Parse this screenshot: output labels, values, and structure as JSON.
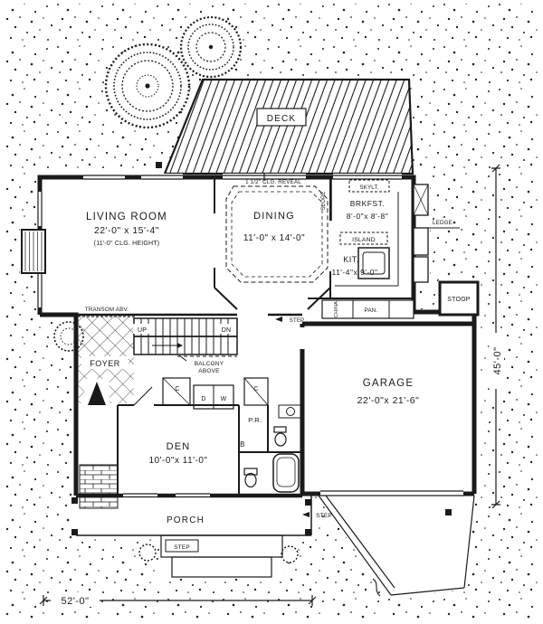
{
  "plan": {
    "rooms": {
      "deck": {
        "label": "DECK"
      },
      "living": {
        "label": "LIVING ROOM",
        "dims": "22'-0\" x 15'-4\"",
        "note": "(11'-0\" CLG. HEIGHT)"
      },
      "dining": {
        "label": "DINING",
        "dims": "11'-0\" x 14'-0\""
      },
      "brkfst": {
        "label": "BRKFST.",
        "dims": "8'-0\"x 8'-8\""
      },
      "kitchen": {
        "label": "KIT.",
        "dims": "11'-4\"x 9'-0\""
      },
      "garage": {
        "label": "GARAGE",
        "dims": "22'-0\"x 21'-6\""
      },
      "den": {
        "label": "DEN",
        "dims": "10'-0\"x 11'-0\""
      },
      "foyer": {
        "label": "FOYER"
      },
      "porch": {
        "label": "PORCH"
      },
      "stoop": {
        "label": "STOOP"
      }
    },
    "annotations": {
      "clg_reveal": "1 1/2\" CLG. REVEAL",
      "skylight": "SKYLT.",
      "slope": "SLOPE",
      "ledge": "LEDGE",
      "island": "ISLAND",
      "transom": "TRANSOM ABV.",
      "china": "CHINA",
      "pantry": "PAN.",
      "step": "STEP",
      "up": "UP",
      "down": "DN",
      "balcony_line1": "BALCONY",
      "balcony_line2": "ABOVE",
      "closet": "C",
      "dryer": "D",
      "washer": "W",
      "powder_room": "P.R.",
      "bath": "B"
    },
    "dimensions": {
      "overall_width": "52'-0\"",
      "overall_depth": "45'-0\""
    },
    "colors": {
      "ink": "#1a1a1a",
      "paper": "#ffffff"
    }
  }
}
